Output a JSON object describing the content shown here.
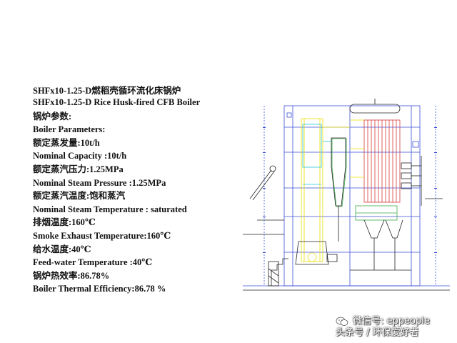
{
  "spec_lines": [
    "SHFx10-1.25-D燃稻壳循环流化床锅炉",
    "SHFx10-1.25-D Rice Husk-fired   CFB Boiler",
    "锅炉参数:",
    "Boiler Parameters:",
    "额定蒸发量:10t/h",
    "Nominal Capacity :10t/h",
    "额定蒸汽压力:1.25MPa",
    "Nominal Steam Pressure :1.25MPa",
    "额定蒸汽温度:饱和蒸汽",
    "Nominal Steam Temperature : saturated",
    "排烟温度:160℃",
    "Smoke Exhaust Temperature:160℃",
    "给水温度:40℃",
    "Feed-water Temperature :40℃",
    "锅炉热效率:86.78%",
    "Boiler Thermal Efficiency:86.78 %"
  ],
  "watermark": {
    "wechat": "微信号: eppeople",
    "source": "头条号 / 环保爱好者"
  },
  "colors": {
    "drawing_blue": "#3a4fd8",
    "drawing_yellow": "#e8e000",
    "drawing_cyan": "#27c7d6",
    "drawing_red": "#d83a3a",
    "drawing_green": "#3aa84a",
    "drawing_black": "#222222"
  }
}
